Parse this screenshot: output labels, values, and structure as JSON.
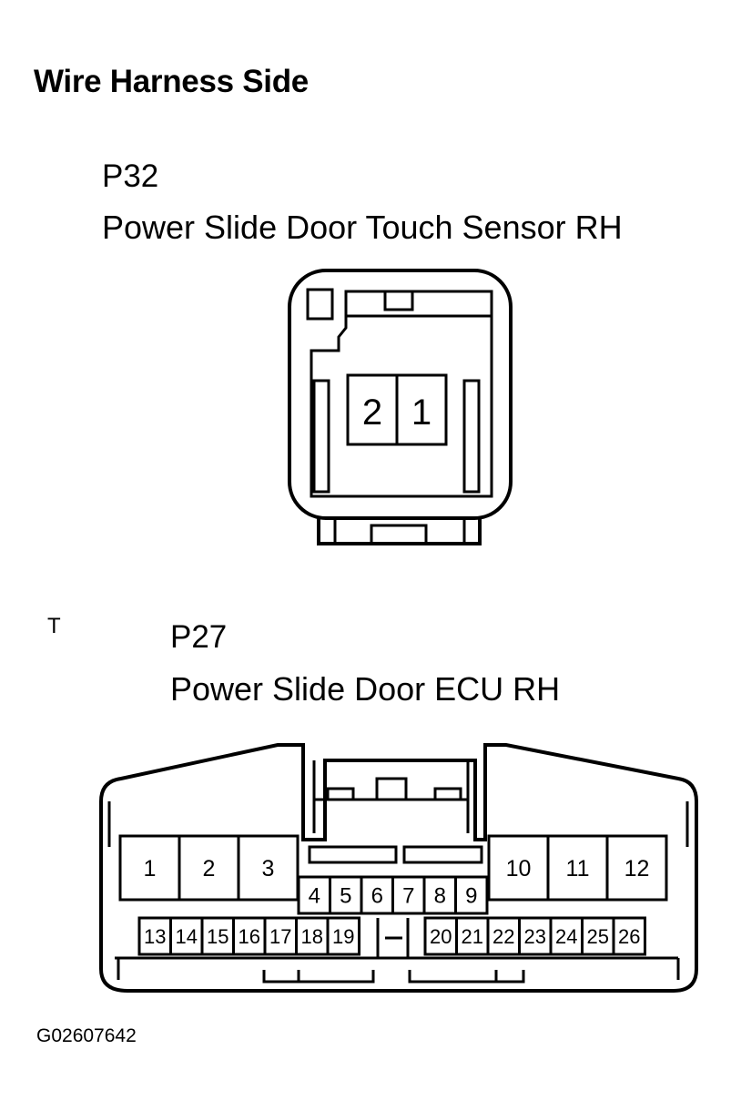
{
  "heading": "Wire Harness Side",
  "connectors": [
    {
      "code": "P32",
      "name": "Power Slide Door Touch Sensor RH",
      "terminals": [
        "2",
        "1"
      ]
    },
    {
      "code": "P27",
      "name": "Power Slide Door ECU RH",
      "terminals_large_left": [
        "1",
        "2",
        "3"
      ],
      "terminals_large_right": [
        "10",
        "11",
        "12"
      ],
      "terminals_middle": [
        "4",
        "5",
        "6",
        "7",
        "8",
        "9"
      ],
      "terminals_bottom_left": [
        "13",
        "14",
        "15",
        "16",
        "17",
        "18",
        "19"
      ],
      "terminals_bottom_right": [
        "20",
        "21",
        "22",
        "23",
        "24",
        "25",
        "26"
      ]
    }
  ],
  "side_mark": "T",
  "figure_id": "G02607642"
}
